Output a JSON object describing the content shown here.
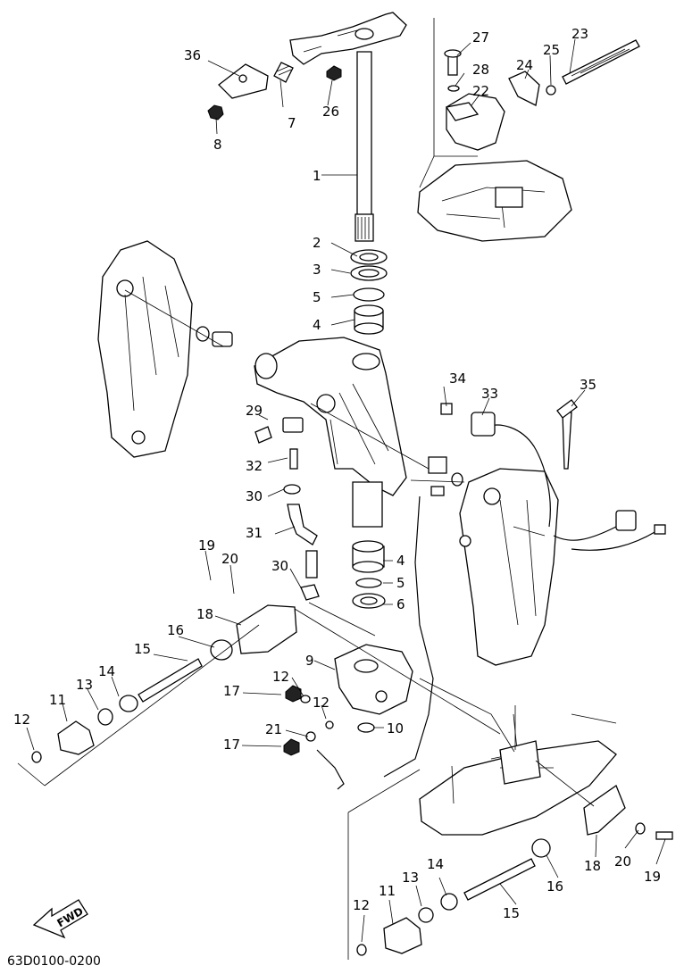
{
  "diagram": {
    "footer_code": "63D0100-0200",
    "fwd_label": "FWD",
    "labels": [
      {
        "id": "1",
        "text": "1"
      },
      {
        "id": "2",
        "text": "2"
      },
      {
        "id": "3",
        "text": "3"
      },
      {
        "id": "5a",
        "text": "5"
      },
      {
        "id": "4a",
        "text": "4"
      },
      {
        "id": "4b",
        "text": "4"
      },
      {
        "id": "5b",
        "text": "5"
      },
      {
        "id": "6",
        "text": "6"
      },
      {
        "id": "7",
        "text": "7"
      },
      {
        "id": "8",
        "text": "8"
      },
      {
        "id": "9",
        "text": "9"
      },
      {
        "id": "10",
        "text": "10"
      },
      {
        "id": "11a",
        "text": "11"
      },
      {
        "id": "11b",
        "text": "11"
      },
      {
        "id": "12a",
        "text": "12"
      },
      {
        "id": "12b",
        "text": "12"
      },
      {
        "id": "12c",
        "text": "12"
      },
      {
        "id": "12d",
        "text": "12"
      },
      {
        "id": "13a",
        "text": "13"
      },
      {
        "id": "13b",
        "text": "13"
      },
      {
        "id": "14a",
        "text": "14"
      },
      {
        "id": "14b",
        "text": "14"
      },
      {
        "id": "15a",
        "text": "15"
      },
      {
        "id": "15b",
        "text": "15"
      },
      {
        "id": "16a",
        "text": "16"
      },
      {
        "id": "16b",
        "text": "16"
      },
      {
        "id": "17a",
        "text": "17"
      },
      {
        "id": "17b",
        "text": "17"
      },
      {
        "id": "18a",
        "text": "18"
      },
      {
        "id": "18b",
        "text": "18"
      },
      {
        "id": "19a",
        "text": "19"
      },
      {
        "id": "19b",
        "text": "19"
      },
      {
        "id": "20a",
        "text": "20"
      },
      {
        "id": "20b",
        "text": "20"
      },
      {
        "id": "21",
        "text": "21"
      },
      {
        "id": "22",
        "text": "22"
      },
      {
        "id": "23",
        "text": "23"
      },
      {
        "id": "24",
        "text": "24"
      },
      {
        "id": "25",
        "text": "25"
      },
      {
        "id": "26",
        "text": "26"
      },
      {
        "id": "27",
        "text": "27"
      },
      {
        "id": "28",
        "text": "28"
      },
      {
        "id": "29",
        "text": "29"
      },
      {
        "id": "30a",
        "text": "30"
      },
      {
        "id": "30b",
        "text": "30"
      },
      {
        "id": "31",
        "text": "31"
      },
      {
        "id": "32",
        "text": "32"
      },
      {
        "id": "33",
        "text": "33"
      },
      {
        "id": "34",
        "text": "34"
      },
      {
        "id": "35",
        "text": "35"
      },
      {
        "id": "36",
        "text": "36"
      }
    ]
  }
}
